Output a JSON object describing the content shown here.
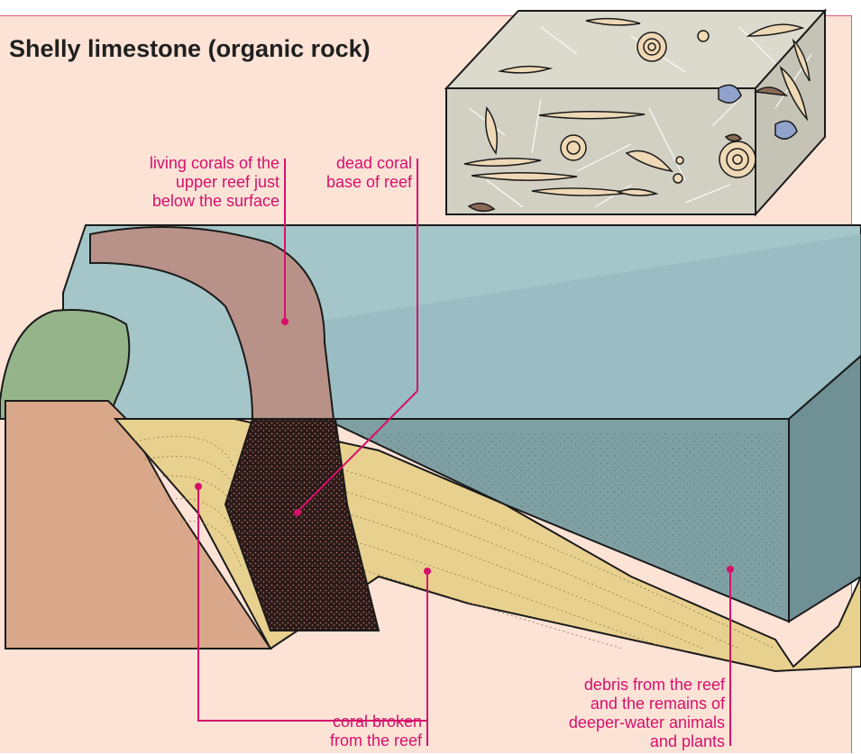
{
  "title": "Shelly limestone (organic rock)",
  "labels": {
    "living_corals": "living corals of the\nupper reef just\nbelow the surface",
    "dead_coral": "dead coral\nbase of reef",
    "coral_broken": "coral broken\nfrom the reef",
    "debris": "debris from the reef\nand the remains of\ndeeper-water animals\nand plants"
  },
  "colors": {
    "background": "#fce3d6",
    "frame": "#e05a7a",
    "sea": "#a4c6c9",
    "land": "#d9a88a",
    "sediment": "#e8d08f",
    "coral_living": "#b89288",
    "coral_dead": "#2a1a18",
    "label": "#d6106b",
    "hill": "#95b48a",
    "rock": "#d2d0c3"
  }
}
